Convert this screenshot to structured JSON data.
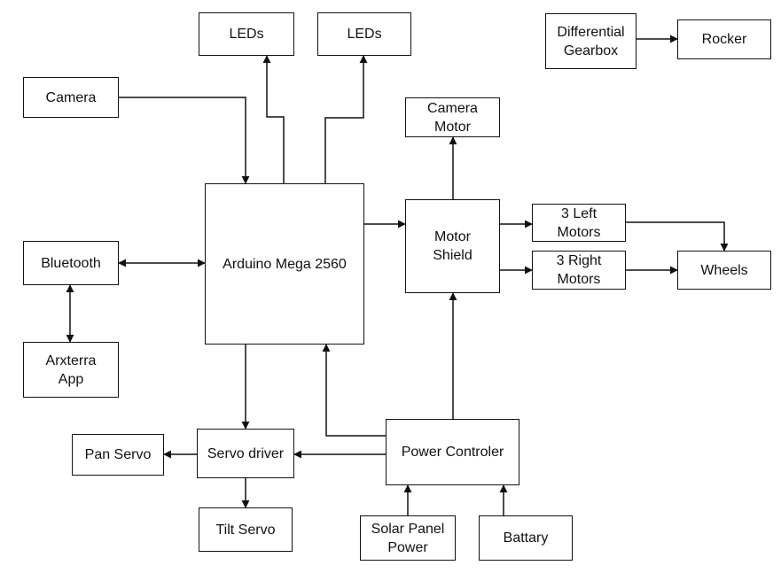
{
  "blocks": {
    "leds_left": "LEDs",
    "leds_right": "LEDs",
    "differential_gearbox": "Differential\nGearbox",
    "rocker": "Rocker",
    "camera": "Camera",
    "camera_motor": "Camera\nMotor",
    "arduino": "Arduino Mega 2560",
    "motor_shield": "Motor\nShield",
    "left_motors": "3 Left\nMotors",
    "right_motors": "3 Right\nMotors",
    "wheels": "Wheels",
    "bluetooth": "Bluetooth",
    "arxterra_app": "Arxterra\nApp",
    "pan_servo": "Pan Servo",
    "servo_driver": "Servo driver",
    "power_controller": "Power Controler",
    "tilt_servo": "Tilt Servo",
    "solar_panel": "Solar Panel\nPower",
    "battery": "Battary"
  }
}
